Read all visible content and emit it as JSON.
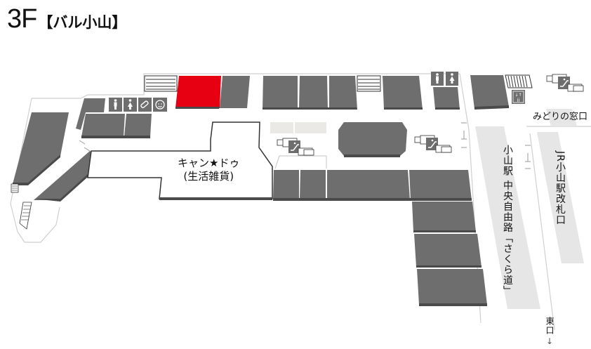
{
  "header": {
    "floor_number": "3F",
    "building_name": "【バル小山】"
  },
  "map": {
    "highlight_color": "#e60012",
    "shop_color": "#6e6e6e",
    "corridor_color": "#e6e6e6",
    "labels": {
      "featured_shop_name": "キャン★ドゥ",
      "featured_shop_category": "(生活雑貨)",
      "midori_window": "みどりの窓口",
      "central_passage": "小山駅 中央自由路「さくら道」",
      "jr_gate": "JR小山駅改札口",
      "east_exit": "東口",
      "east_exit_arrow": "↓"
    },
    "facilities": [
      {
        "type": "restroom-men",
        "icon": "men-icon",
        "location": "left-upper"
      },
      {
        "type": "restroom-women",
        "icon": "women-icon",
        "location": "left-upper"
      },
      {
        "type": "nursing-room",
        "icon": "baby-bottle-icon",
        "location": "left-upper"
      },
      {
        "type": "baby-care",
        "icon": "baby-face-icon",
        "location": "left-upper"
      },
      {
        "type": "restroom-men",
        "icon": "men-icon",
        "location": "right-upper"
      },
      {
        "type": "restroom-women",
        "icon": "women-icon",
        "location": "right-upper"
      },
      {
        "type": "elevator",
        "icon": "elevator-icon",
        "location": "top-right"
      },
      {
        "type": "escalator",
        "icon": "escalator-icon",
        "location": "center"
      },
      {
        "type": "escalator",
        "icon": "escalator-icon",
        "location": "center-right"
      },
      {
        "type": "escalator",
        "icon": "escalator-icon",
        "location": "top-right"
      }
    ]
  }
}
